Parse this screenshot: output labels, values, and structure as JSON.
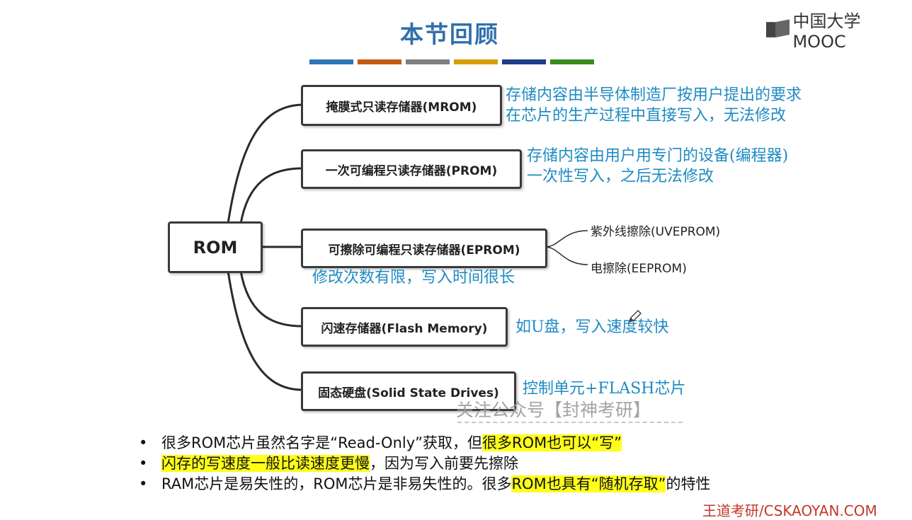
{
  "title": "本节回顾",
  "logo": {
    "text": "中国大学MOOC"
  },
  "color_bars": [
    "#2e75b6",
    "#c55a11",
    "#7f7f7f",
    "#d6a000",
    "#1f3c88",
    "#3a8a1e"
  ],
  "root": {
    "label": "ROM"
  },
  "branches": [
    {
      "label": "掩膜式只读存储器(MROM)",
      "desc": [
        "存储内容由半导体制造厂按用户提出的要求",
        "在芯片的生产过程中直接写入，无法修改"
      ]
    },
    {
      "label": "一次可编程只读存储器(PROM)",
      "desc": [
        "存储内容由用户用专门的设备(编程器)",
        "一次性写入，之后无法修改"
      ]
    },
    {
      "label": "可擦除可编程只读存储器(EPROM)",
      "desc": [
        "修改次数有限，写入时间很长"
      ],
      "children": [
        "紫外线擦除(UVEPROM)",
        "电擦除(EEPROM)"
      ]
    },
    {
      "label": "闪速存储器(Flash Memory)",
      "desc": [
        "如U盘，写入速度较快"
      ]
    },
    {
      "label": "固态硬盘(Solid State Drives)",
      "desc": [
        "控制单元+FLASH芯片"
      ]
    }
  ],
  "watermark": "关注公众号【封神考研】",
  "bullets": [
    {
      "a": "很多ROM芯片虽然名字是“Read-Only”获取",
      "b": "，但",
      "hl": "很多ROM也可以“写”",
      "c": ""
    },
    {
      "a": "",
      "b": "",
      "hl": "闪存的写速度一般比读速度更慢",
      "c": "，因为写入前要先擦除"
    },
    {
      "a": "RAM芯片是易失性的，ROM芯片是非易失性的。很多",
      "b": "",
      "hl": "ROM也具有“随机存取”",
      "c": "的特性"
    }
  ],
  "footer": "王道考研/CSKAOYAN.COM"
}
